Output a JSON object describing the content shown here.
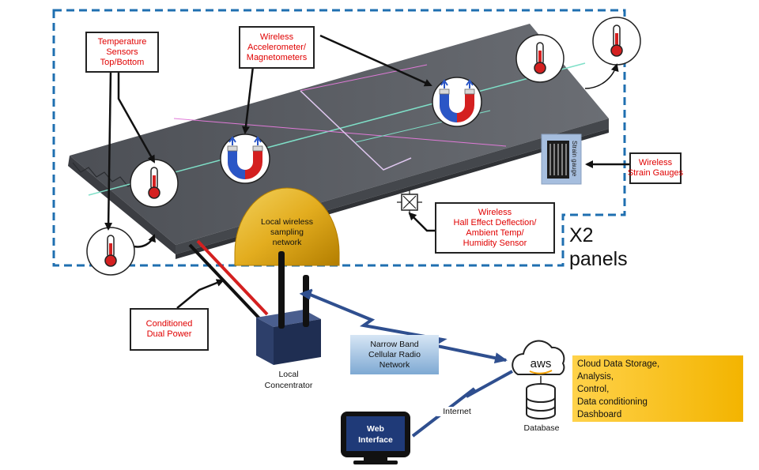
{
  "labels": {
    "temperature_sensors": [
      "Temperature",
      "Sensors",
      "Top/Bottom"
    ],
    "accelerometer": [
      "Wireless",
      "Accelerometer/",
      "Magnetometers"
    ],
    "strain_gauges": [
      "Wireless",
      "Strain Gauges"
    ],
    "hall_effect": [
      "Wireless",
      "Hall Effect Deflection/",
      "Ambient Temp/",
      "Humidity Sensor"
    ],
    "conditioned_power": [
      "Conditioned",
      "Dual Power"
    ],
    "local_network": [
      "Local wireless",
      "sampling",
      "network"
    ],
    "x2_panels": [
      "X2",
      "panels"
    ],
    "local_concentrator": [
      "Local",
      "Concentrator"
    ],
    "cellular_network": [
      "Narrow Band",
      "Cellular Radio",
      "Network"
    ],
    "aws_logo": "aws",
    "database": "Database",
    "cloud_services": [
      "Cloud Data Storage,",
      "Analysis,",
      "Control,",
      "Data conditioning",
      "Dashboard"
    ],
    "internet": "Internet",
    "web_interface": [
      "Web",
      "Interface"
    ],
    "strain_gauge_print": "Strain gauge"
  },
  "colors": {
    "dashed_border": "#1f6fb0",
    "label_text": "#e00000",
    "panel": "#5a5d63",
    "connection_arrow": "#2f4f8f",
    "concentrator": "#2d3f6a",
    "dome": "#e8b320",
    "cloud_box": "#f3b400"
  },
  "icons": [
    "thermometer-icon",
    "magnet-icon",
    "hall-sensor-icon",
    "strain-gauge-icon",
    "aws-cloud-icon",
    "database-icon",
    "monitor-icon"
  ]
}
